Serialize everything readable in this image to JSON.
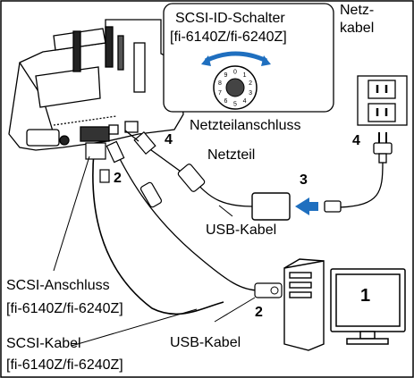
{
  "labels": {
    "scsi_switch_line1": "SCSI-ID-Schalter",
    "scsi_switch_line2": "[fi-6140Z/fi-6240Z]",
    "netzkabel_line1": "Netz-",
    "netzkabel_line2": "kabel",
    "netzteilanschluss": "Netzteilanschluss",
    "netzteil": "Netzteil",
    "usb_kabel_upper": "USB-Kabel",
    "scsi_anschluss_line1": "SCSI-Anschluss",
    "scsi_anschluss_line2": "[fi-6140Z/fi-6240Z]",
    "scsi_kabel_line1": "SCSI-Kabel",
    "scsi_kabel_line2": "[fi-6140Z/fi-6240Z]",
    "usb_kabel_lower": "USB-Kabel"
  },
  "steps": {
    "monitor": "1",
    "scsi_cable_step": "2",
    "pc_step": "2",
    "adapter_step": "3",
    "scanner_power_step": "4",
    "plug_step": "4"
  },
  "dial_digits": [
    "0",
    "1",
    "2",
    "3",
    "4",
    "5",
    "6",
    "7",
    "8",
    "9"
  ],
  "colors": {
    "line": "#000000",
    "arrow": "#1f6fbf",
    "device_fill": "#ffffff",
    "dark_fill": "#222222"
  }
}
